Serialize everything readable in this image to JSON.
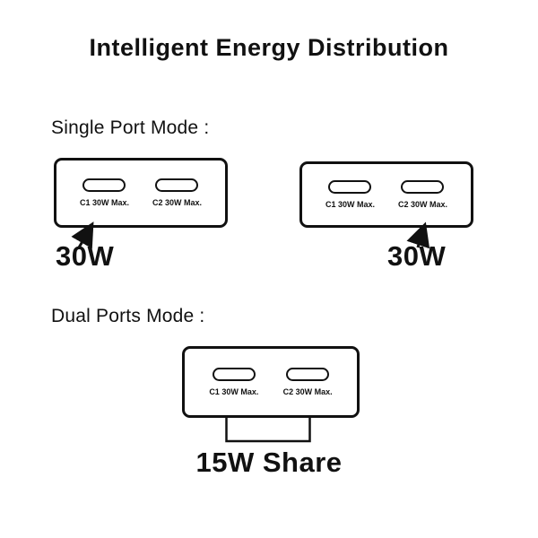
{
  "title": "Intelligent Energy Distribution",
  "single_port_section": {
    "label": "Single Port Mode :",
    "chargers": [
      {
        "ports": [
          {
            "label": "C1 30W Max."
          },
          {
            "label": "C2 30W Max."
          }
        ],
        "callout": "30W"
      },
      {
        "ports": [
          {
            "label": "C1 30W Max."
          },
          {
            "label": "C2 30W Max."
          }
        ],
        "callout": "30W"
      }
    ]
  },
  "dual_port_section": {
    "label": "Dual Ports Mode :",
    "charger": {
      "ports": [
        {
          "label": "C1 30W Max."
        },
        {
          "label": "C2 30W Max."
        }
      ]
    },
    "callout": "15W Share"
  },
  "colors": {
    "ink": "#111111",
    "background": "#ffffff"
  }
}
